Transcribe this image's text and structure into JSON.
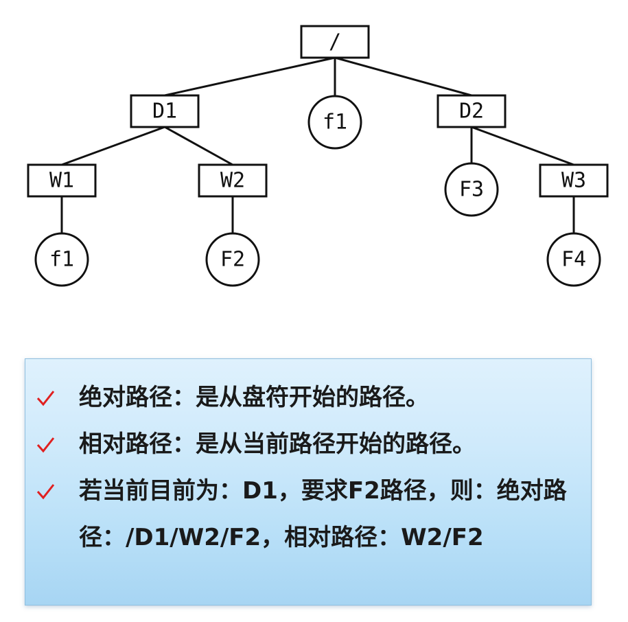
{
  "tree": {
    "nodes": [
      {
        "id": "root",
        "label": "/",
        "shape": "rect"
      },
      {
        "id": "d1",
        "label": "D1",
        "shape": "rect"
      },
      {
        "id": "root-f1",
        "label": "f1",
        "shape": "circle"
      },
      {
        "id": "d2",
        "label": "D2",
        "shape": "rect"
      },
      {
        "id": "w1",
        "label": "W1",
        "shape": "rect"
      },
      {
        "id": "w2",
        "label": "W2",
        "shape": "rect"
      },
      {
        "id": "f3",
        "label": "F3",
        "shape": "circle"
      },
      {
        "id": "w3",
        "label": "W3",
        "shape": "rect"
      },
      {
        "id": "w1-f1",
        "label": "f1",
        "shape": "circle"
      },
      {
        "id": "f2",
        "label": "F2",
        "shape": "circle"
      },
      {
        "id": "f4",
        "label": "F4",
        "shape": "circle"
      }
    ],
    "edges": [
      [
        "root",
        "d1"
      ],
      [
        "root",
        "root-f1"
      ],
      [
        "root",
        "d2"
      ],
      [
        "d1",
        "w1"
      ],
      [
        "d1",
        "w2"
      ],
      [
        "d2",
        "f3"
      ],
      [
        "d2",
        "w3"
      ],
      [
        "w1",
        "w1-f1"
      ],
      [
        "w2",
        "f2"
      ],
      [
        "w3",
        "f4"
      ]
    ]
  },
  "info": {
    "check_color": "#e02020",
    "bullets": [
      {
        "icon": "check-icon",
        "text": "绝对路径：是从盘符开始的路径。"
      },
      {
        "icon": "check-icon",
        "text": "相对路径：是从当前路径开始的路径。"
      },
      {
        "icon": "check-icon",
        "text": "若当前目前为：D1，要求F2路径，则：绝对路径：/D1/W2/F2，相对路径：W2/F2"
      }
    ]
  }
}
